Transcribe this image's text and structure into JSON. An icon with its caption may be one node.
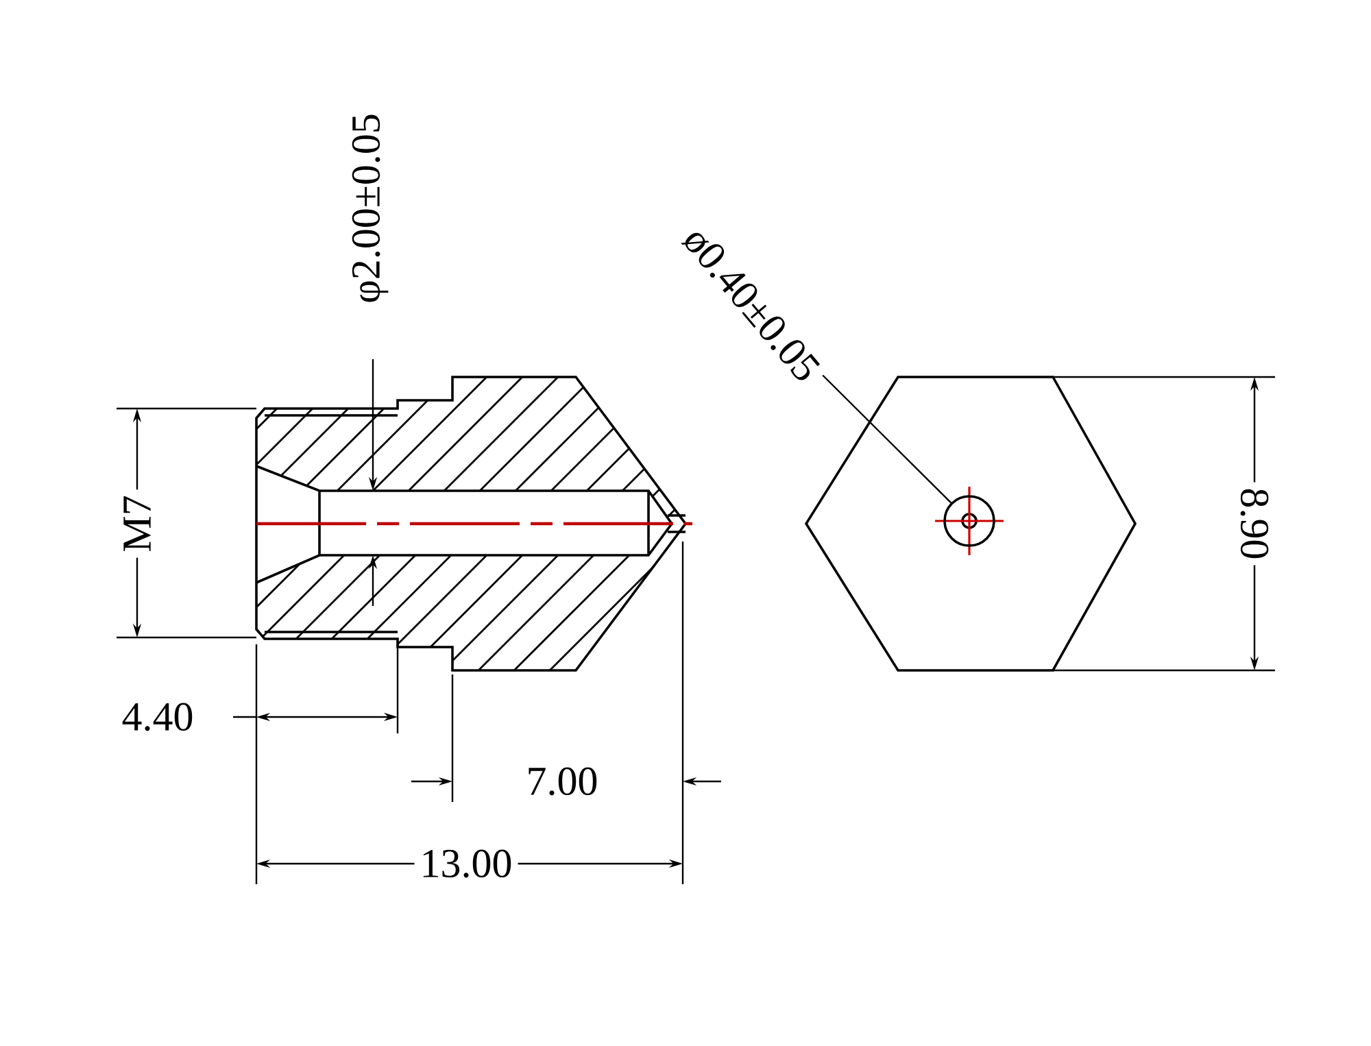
{
  "diagram": {
    "nodes": [
      {
        "text": [
          "ø0.40±0.05"
        ]
      },
      {
        "text": [],
        "shape": "circle"
      }
    ],
    "edges": [
      {
        "from": 0,
        "to": 1,
        "arrow": "none"
      }
    ],
    "labels": [
      "φ2.00±0.05",
      "M7",
      "4.40",
      "7.00",
      "13.00",
      "8.90"
    ]
  }
}
